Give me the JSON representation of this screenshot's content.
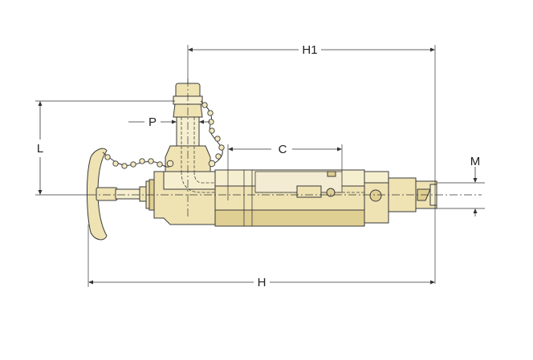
{
  "dimensions": {
    "h1": "H1",
    "p": "P",
    "l": "L",
    "c": "C",
    "m": "M",
    "h": "H"
  },
  "colors": {
    "body": "#efe3b4",
    "body_light": "#f6efcf",
    "body_shade": "#e0cf93",
    "outline": "#3a3a3a"
  }
}
